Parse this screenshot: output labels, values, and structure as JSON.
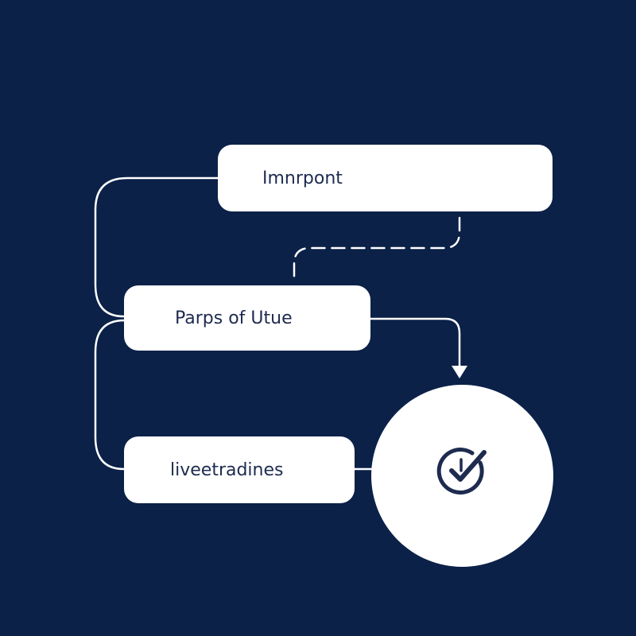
{
  "theme": {
    "background": "#0b2148",
    "node_fill": "#ffffff",
    "text_color": "#1d2b4f",
    "connector_color": "#ffffff",
    "icon_color": "#1d2b4f"
  },
  "nodes": {
    "top": {
      "label": "Imnrpont"
    },
    "middle": {
      "label": "Parps of Utue"
    },
    "bottom": {
      "label": "liveetradines"
    },
    "circle": {
      "icon": "clock-check-icon"
    }
  }
}
